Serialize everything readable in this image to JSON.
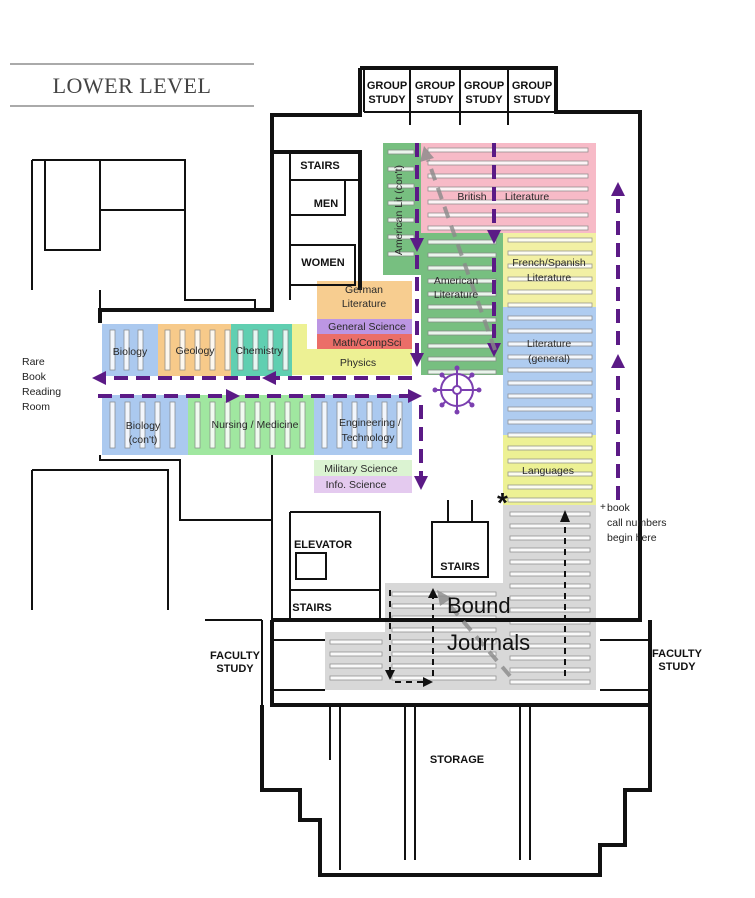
{
  "heading": "LOWER LEVEL",
  "group_study": [
    {
      "line1": "GROUP",
      "line2": "STUDY"
    },
    {
      "line1": "GROUP",
      "line2": "STUDY"
    },
    {
      "line1": "GROUP",
      "line2": "STUDY"
    },
    {
      "line1": "GROUP",
      "line2": "STUDY"
    }
  ],
  "rooms": {
    "stairs_top": "STAIRS",
    "men": "MEN",
    "women": "WOMEN",
    "elevator": "ELEVATOR",
    "stairs_lower": "STAIRS",
    "stairs_center": "STAIRS",
    "faculty_left_1": "FACULTY",
    "faculty_left_2": "STUDY",
    "faculty_right_1": "FACULTY",
    "faculty_right_2": "STUDY",
    "storage": "STORAGE"
  },
  "sections": {
    "american_lit_cont": "American Lit (con't)",
    "british_lit_1": "British",
    "british_lit_2": "Literature",
    "american_lit_1": "American",
    "american_lit_2": "Literature",
    "french_spanish_1": "French/Spanish",
    "french_spanish_2": "Literature",
    "german_lit_1": "German",
    "german_lit_2": "Literature",
    "general_science": "General Science",
    "math_compsci": "Math/CompSci",
    "physics": "Physics",
    "literature_general_1": "Literature",
    "literature_general_2": "(general)",
    "biology": "Biology",
    "geology": "Geology",
    "chemistry": "Chemistry",
    "biology_cont_1": "Biology",
    "biology_cont_2": "(con't)",
    "nursing_medicine": "Nursing / Medicine",
    "engineering_1": "Engineering /",
    "engineering_2": "Technology",
    "military_science": "Military Science",
    "info_science": "Info. Science",
    "languages": "Languages",
    "bound_journals_1": "Bound",
    "bound_journals_2": "Journals"
  },
  "notes": {
    "rare_book": [
      "Rare",
      "Book",
      "Reading",
      "Room"
    ],
    "book_call": [
      "book",
      "call numbers",
      "begin here"
    ],
    "asterisk": "*"
  },
  "colors": {
    "green": "#5fb46a",
    "pink": "#f4a3b4",
    "yellow": "#f1ee9a",
    "orange": "#f6c47d",
    "purple": "#b58be0",
    "red": "#e8554e",
    "blue": "#a6c6ee",
    "teal": "#4fcaa8",
    "lightgreen": "#8fe38f",
    "grey": "#d4d4d4",
    "lavender": "#e3c7ee",
    "paleyellow": "#ecf08e",
    "arrow_purple": "#5b1a86"
  },
  "icons": [
    "compass-rose-icon",
    "arrow-icon"
  ]
}
